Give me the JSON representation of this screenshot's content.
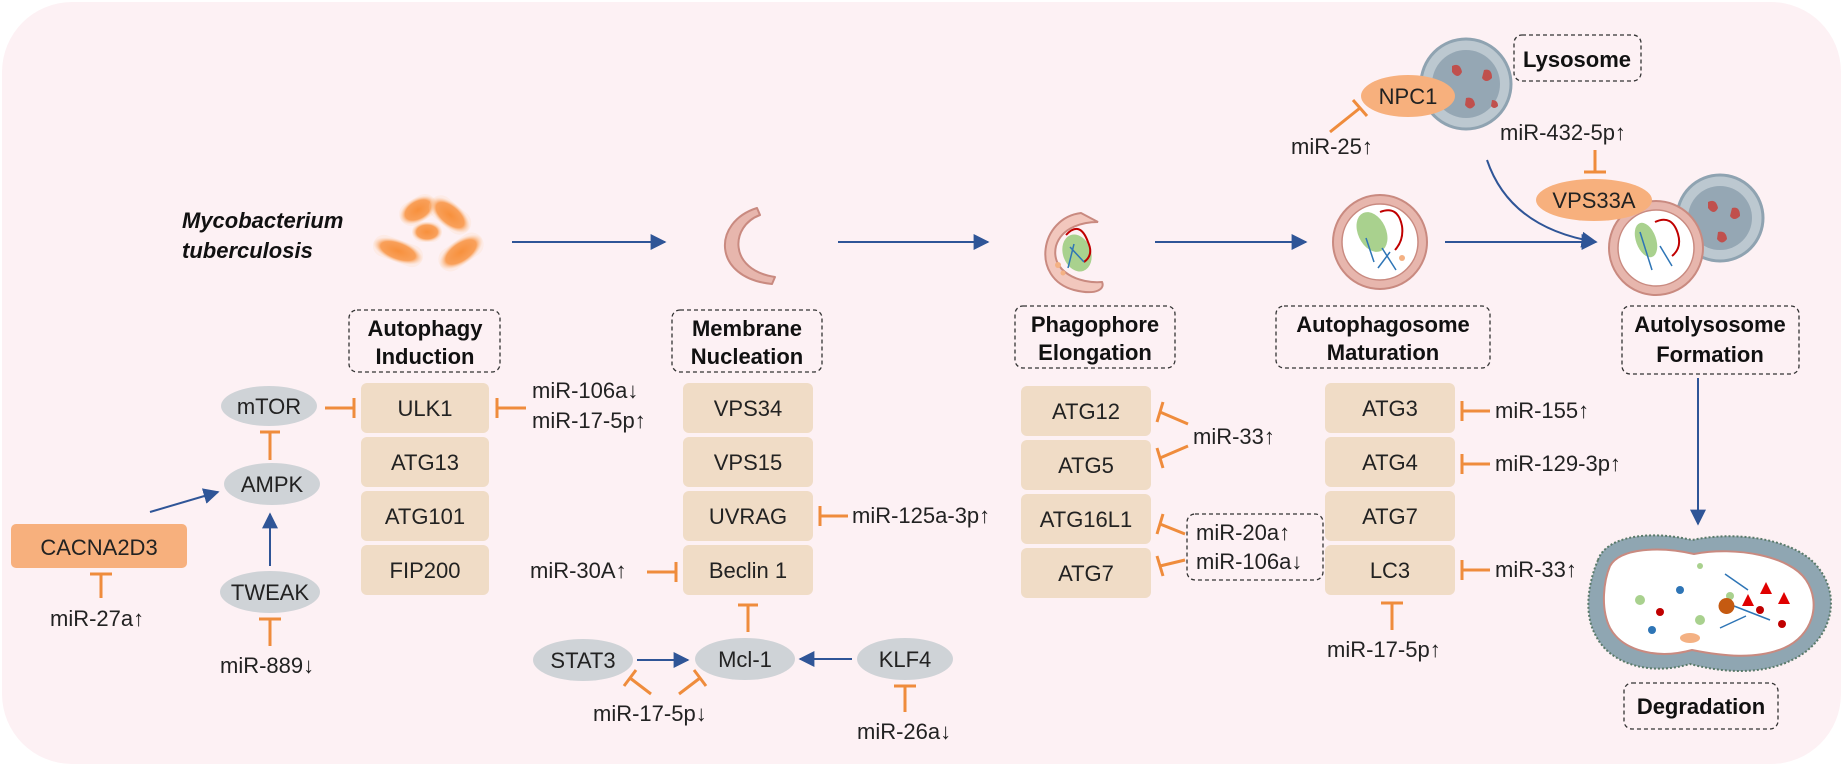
{
  "organism": {
    "line1": "Mycobacterium",
    "line2": "tuberculosis"
  },
  "stages": {
    "induction": {
      "line1": "Autophagy",
      "line2": "Induction"
    },
    "nucleation": {
      "line1": "Membrane",
      "line2": "Nucleation"
    },
    "elongation": {
      "line1": "Phagophore",
      "line2": "Elongation"
    },
    "maturation": {
      "line1": "Autophagosome",
      "line2": "Maturation"
    },
    "formation": {
      "line1": "Autolysosome",
      "line2": "Formation"
    },
    "degradation": {
      "label": "Degradation"
    },
    "lysosome": {
      "label": "Lysosome"
    }
  },
  "proteins": {
    "induction": [
      "ULK1",
      "ATG13",
      "ATG101",
      "FIP200"
    ],
    "nucleation": [
      "VPS34",
      "VPS15",
      "UVRAG",
      "Beclin 1"
    ],
    "elongation": [
      "ATG12",
      "ATG5",
      "ATG16L1",
      "ATG7"
    ],
    "maturation": [
      "ATG3",
      "ATG4",
      "ATG7",
      "LC3"
    ]
  },
  "regulators": {
    "mtor": "mTOR",
    "ampk": "AMPK",
    "cacna2d3": "CACNA2D3",
    "tweak": "TWEAK",
    "stat3": "STAT3",
    "mcl1": "Mcl-1",
    "klf4": "KLF4",
    "npc1": "NPC1",
    "vps33a": "VPS33A"
  },
  "mirnas": {
    "mir27a": "miR-27a↑",
    "mir889": "miR-889↓",
    "mir106a_ulk1": "miR-106a↓",
    "mir17_ulk1": "miR-17-5p↑",
    "mir30a": "miR-30A↑",
    "mir125a": "miR-125a-3p↑",
    "mir17_mcl1": "miR-17-5p↓",
    "mir26a": "miR-26a↓",
    "mir33_elong": "miR-33↑",
    "mir20a": "miR-20a↑",
    "mir106a_atg": "miR-106a↓",
    "mir155": "miR-155↑",
    "mir129": "miR-129-3p↑",
    "mir33_lc3": "miR-33↑",
    "mir17_lc3": "miR-17-5p↑",
    "mir25": "miR-25↑",
    "mir432": "miR-432-5p↑"
  },
  "colors": {
    "background": "#fdf1f4",
    "protein_box": "#f0dcc6",
    "regulator_gray": "#cfd3d7",
    "orange_fill": "#f7b07d",
    "inhibit_orange": "#ef8c3c",
    "arrow_blue": "#2f5597"
  }
}
